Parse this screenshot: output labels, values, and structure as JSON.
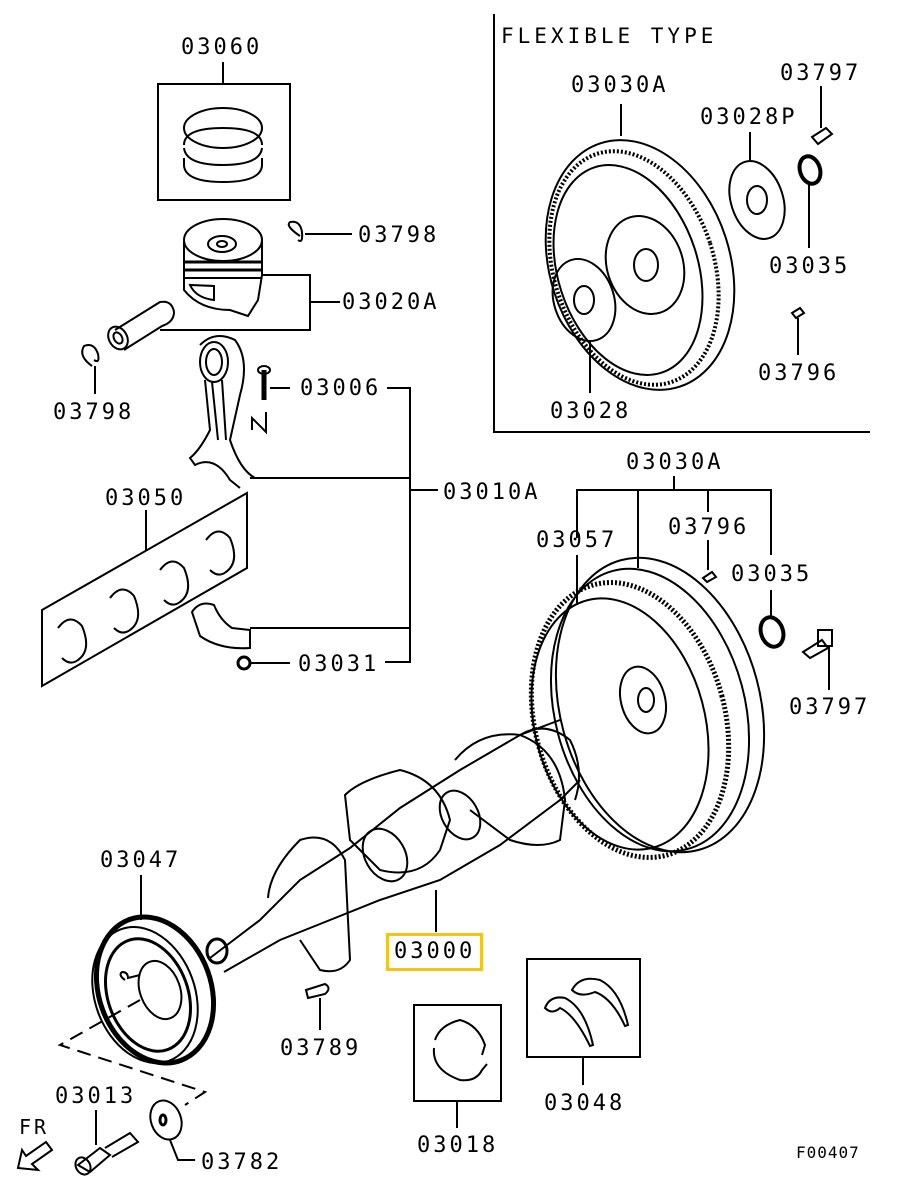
{
  "diagram": {
    "figure_id": "F00407",
    "inset_title": "FLEXIBLE TYPE",
    "highlight_color": "#f7c31a",
    "direction_marker": {
      "label": "FR",
      "icon": "front-arrow-icon"
    },
    "highlighted_part": "03000",
    "parts": {
      "piston_ring_set": "03060",
      "piston_pin_clip_top": "03798",
      "piston_assy": "03020A",
      "piston_pin_clip_left": "03798",
      "conrod_bolt": "03006",
      "conrod_assy": "03010A",
      "conrod_bearing_set": "03050",
      "conrod_nut": "03031",
      "flex_flywheel_assy": "03030A",
      "flex_bolt": "03797",
      "flex_plate": "03028P",
      "flex_bushing": "03035",
      "flex_pin": "03796",
      "flex_adapter": "03028",
      "flywheel_assy": "03030A",
      "ring_gear": "03057",
      "flywheel_pin": "03796",
      "flywheel_bushing": "03035",
      "flywheel_bolt": "03797",
      "crankshaft": "03000",
      "damper_pulley": "03047",
      "crank_key": "03789",
      "pulley_bolt": "03013",
      "pulley_washer": "03782",
      "main_bearing": "03018",
      "thrust_washer": "03048"
    }
  }
}
